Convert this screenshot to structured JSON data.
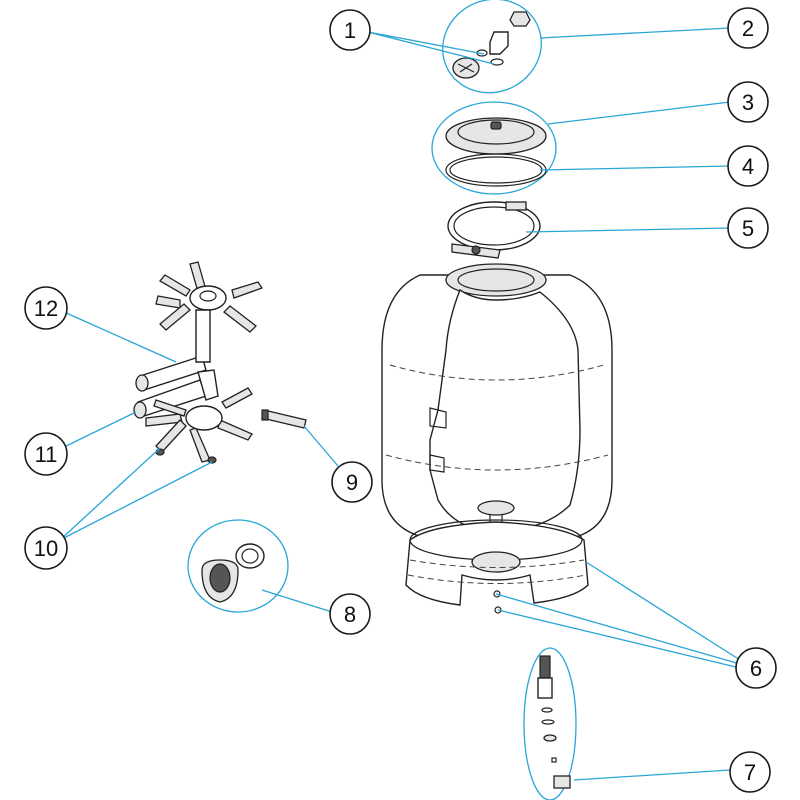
{
  "callouts": [
    {
      "id": "1",
      "label": "1"
    },
    {
      "id": "2",
      "label": "2"
    },
    {
      "id": "3",
      "label": "3"
    },
    {
      "id": "4",
      "label": "4"
    },
    {
      "id": "5",
      "label": "5"
    },
    {
      "id": "6",
      "label": "6"
    },
    {
      "id": "7",
      "label": "7"
    },
    {
      "id": "8",
      "label": "8"
    },
    {
      "id": "9",
      "label": "9"
    },
    {
      "id": "10",
      "label": "10"
    },
    {
      "id": "11",
      "label": "11"
    },
    {
      "id": "12",
      "label": "12"
    }
  ],
  "colors": {
    "leader": "#2aa6d6",
    "outline": "#222222",
    "background": "#ffffff"
  }
}
